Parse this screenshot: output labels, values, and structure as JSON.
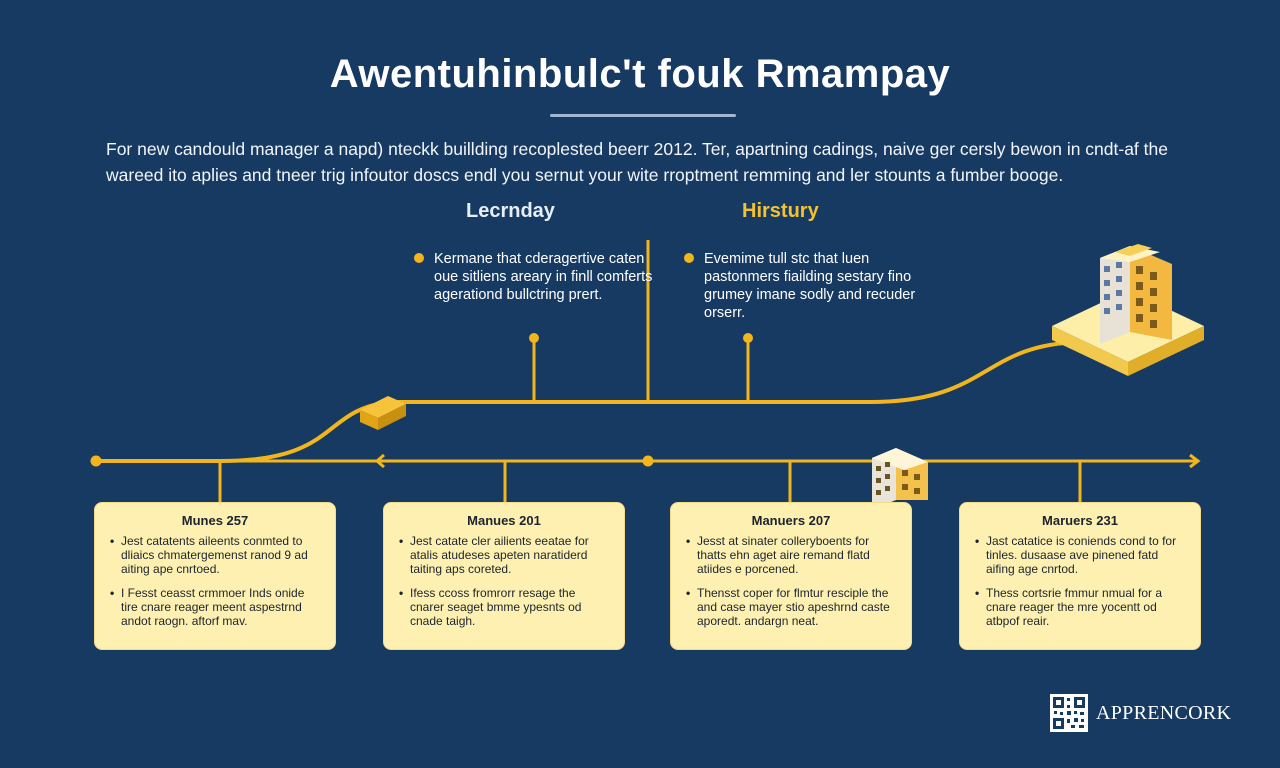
{
  "header": {
    "title": "Awentuhinbulc't fouk Rmampay",
    "intro": "For new candould manager a napd) nteckk buillding recoplested beerr 2012. Ter, apartning cadings, naive ger cersly bewon in cndt-af the wareed ito aplies and tneer trig infoutor doscs endl you sernut your wite rroptment remming and ler stounts a fumber booge."
  },
  "sections": {
    "legendary": {
      "heading": "Lecrnday",
      "note": "Kermane that cderagertive caten oue sitliens areary in finll comferts agerationd bullctring prert."
    },
    "history": {
      "heading": "Hirstury",
      "note": "Evemime tull stc that luen pastonmers fiailding sestary fino grumey imane sodly and recuder orserr."
    }
  },
  "cards": [
    {
      "title": "Munes 257",
      "bullets": [
        "Jest catatents aileents conmted to dliaics chmatergemenst ranod 9 ad aiting ape cnrtoed.",
        "I Fesst ceasst crmmoer Inds onide tire cnare reager meent aspestrnd andot raogn. aftorf mav."
      ]
    },
    {
      "title": "Manues 201",
      "bullets": [
        "Jest catate cler ailients eeatae for atalis atudeses apeten naratiderd taiting aps coreted.",
        "Ifess ccoss fromrorr resage the cnarer seaget bmme ypesnts od cnade taigh."
      ]
    },
    {
      "title": "Manuers 207",
      "bullets": [
        "Jesst at sinater colleryboents for thatts ehn aget aire remand flatd atiides e porcened.",
        "Thensst coper for flmtur resciple the and case mayer stio apeshrnd caste aporedt. andargn neat."
      ]
    },
    {
      "title": "Maruers 231",
      "bullets": [
        "Jast catatice is coniends cond to for tinles. dusaase ave pinened fatd aifing age cnrtod.",
        "Thess cortsrie fmmur nmual for a cnare reager the mre yocentt od atbpof reair."
      ]
    }
  ],
  "brand": {
    "name": "APPRENCORK",
    "qr_icon": "qr-code-icon"
  },
  "colors": {
    "background": "#173a63",
    "accent": "#f2b51c",
    "card": "#fdf0b0",
    "history_heading": "#f2c230"
  }
}
